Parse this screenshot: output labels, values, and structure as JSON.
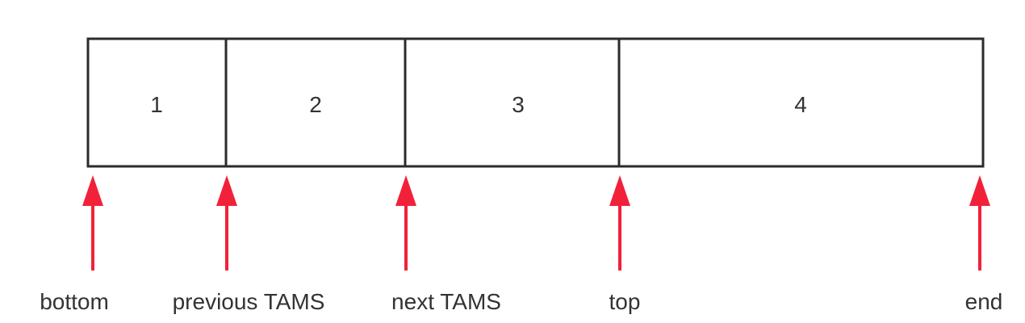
{
  "cells": [
    {
      "label": "1"
    },
    {
      "label": "2"
    },
    {
      "label": "3"
    },
    {
      "label": "4"
    }
  ],
  "pointers": [
    {
      "label": "bottom"
    },
    {
      "label": "previous TAMS"
    },
    {
      "label": "next TAMS"
    },
    {
      "label": "top"
    },
    {
      "label": "end"
    }
  ],
  "colors": {
    "box_stroke": "#2b2b2b",
    "arrow": "#f2213a",
    "text": "#333333"
  }
}
